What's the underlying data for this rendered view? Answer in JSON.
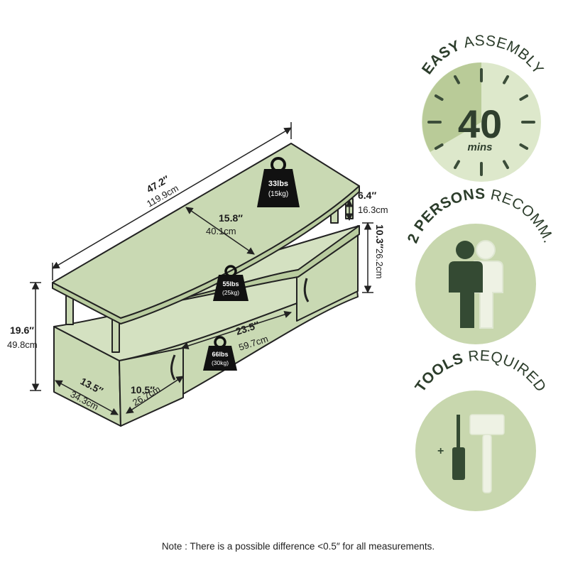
{
  "colors": {
    "furniture": "#c9d9b3",
    "outline": "#222222",
    "icon_circle": "#c8d7ae",
    "icon_circle_light": "#dde8cb",
    "dark_green": "#344a33",
    "tick": "#3b4d39"
  },
  "dimensions": {
    "width": {
      "inch": "47.2″",
      "cm": "119.9cm"
    },
    "top_depth": {
      "inch": "15.8″",
      "cm": "40.1cm"
    },
    "top_leg": {
      "inch": "6.4″",
      "cm": "16.3cm"
    },
    "upper_height": {
      "inch": "10.3″",
      "cm": "26.2cm"
    },
    "total_height": {
      "inch": "19.6″",
      "cm": "49.8cm"
    },
    "base_depth": {
      "inch": "13.5″",
      "cm": "34.3cm"
    },
    "inner_depth": {
      "inch": "10.5″",
      "cm": "26.7cm"
    },
    "inner_width": {
      "inch": "23.5″",
      "cm": "59.7cm"
    }
  },
  "weights": {
    "top": {
      "lbs": "33lbs",
      "kg": "(15kg)"
    },
    "middle": {
      "lbs": "55lbs",
      "kg": "(25kg)"
    },
    "bottom": {
      "lbs": "66lbs",
      "kg": "(30kg)"
    }
  },
  "badges": {
    "assembly": {
      "bold": "EASY",
      "rest": " ASSEMBLY",
      "minutes": "40",
      "unit": "mins",
      "icon": "clock-icon"
    },
    "persons": {
      "bold": "2 PERSONS",
      "rest": " RECOMM.",
      "icon": "persons-icon"
    },
    "tools": {
      "bold": "TOOLS",
      "rest": " REQUIRED",
      "icon": "tools-icon"
    }
  },
  "note": "Note : There is a possible difference <0.5″ for all measurements."
}
